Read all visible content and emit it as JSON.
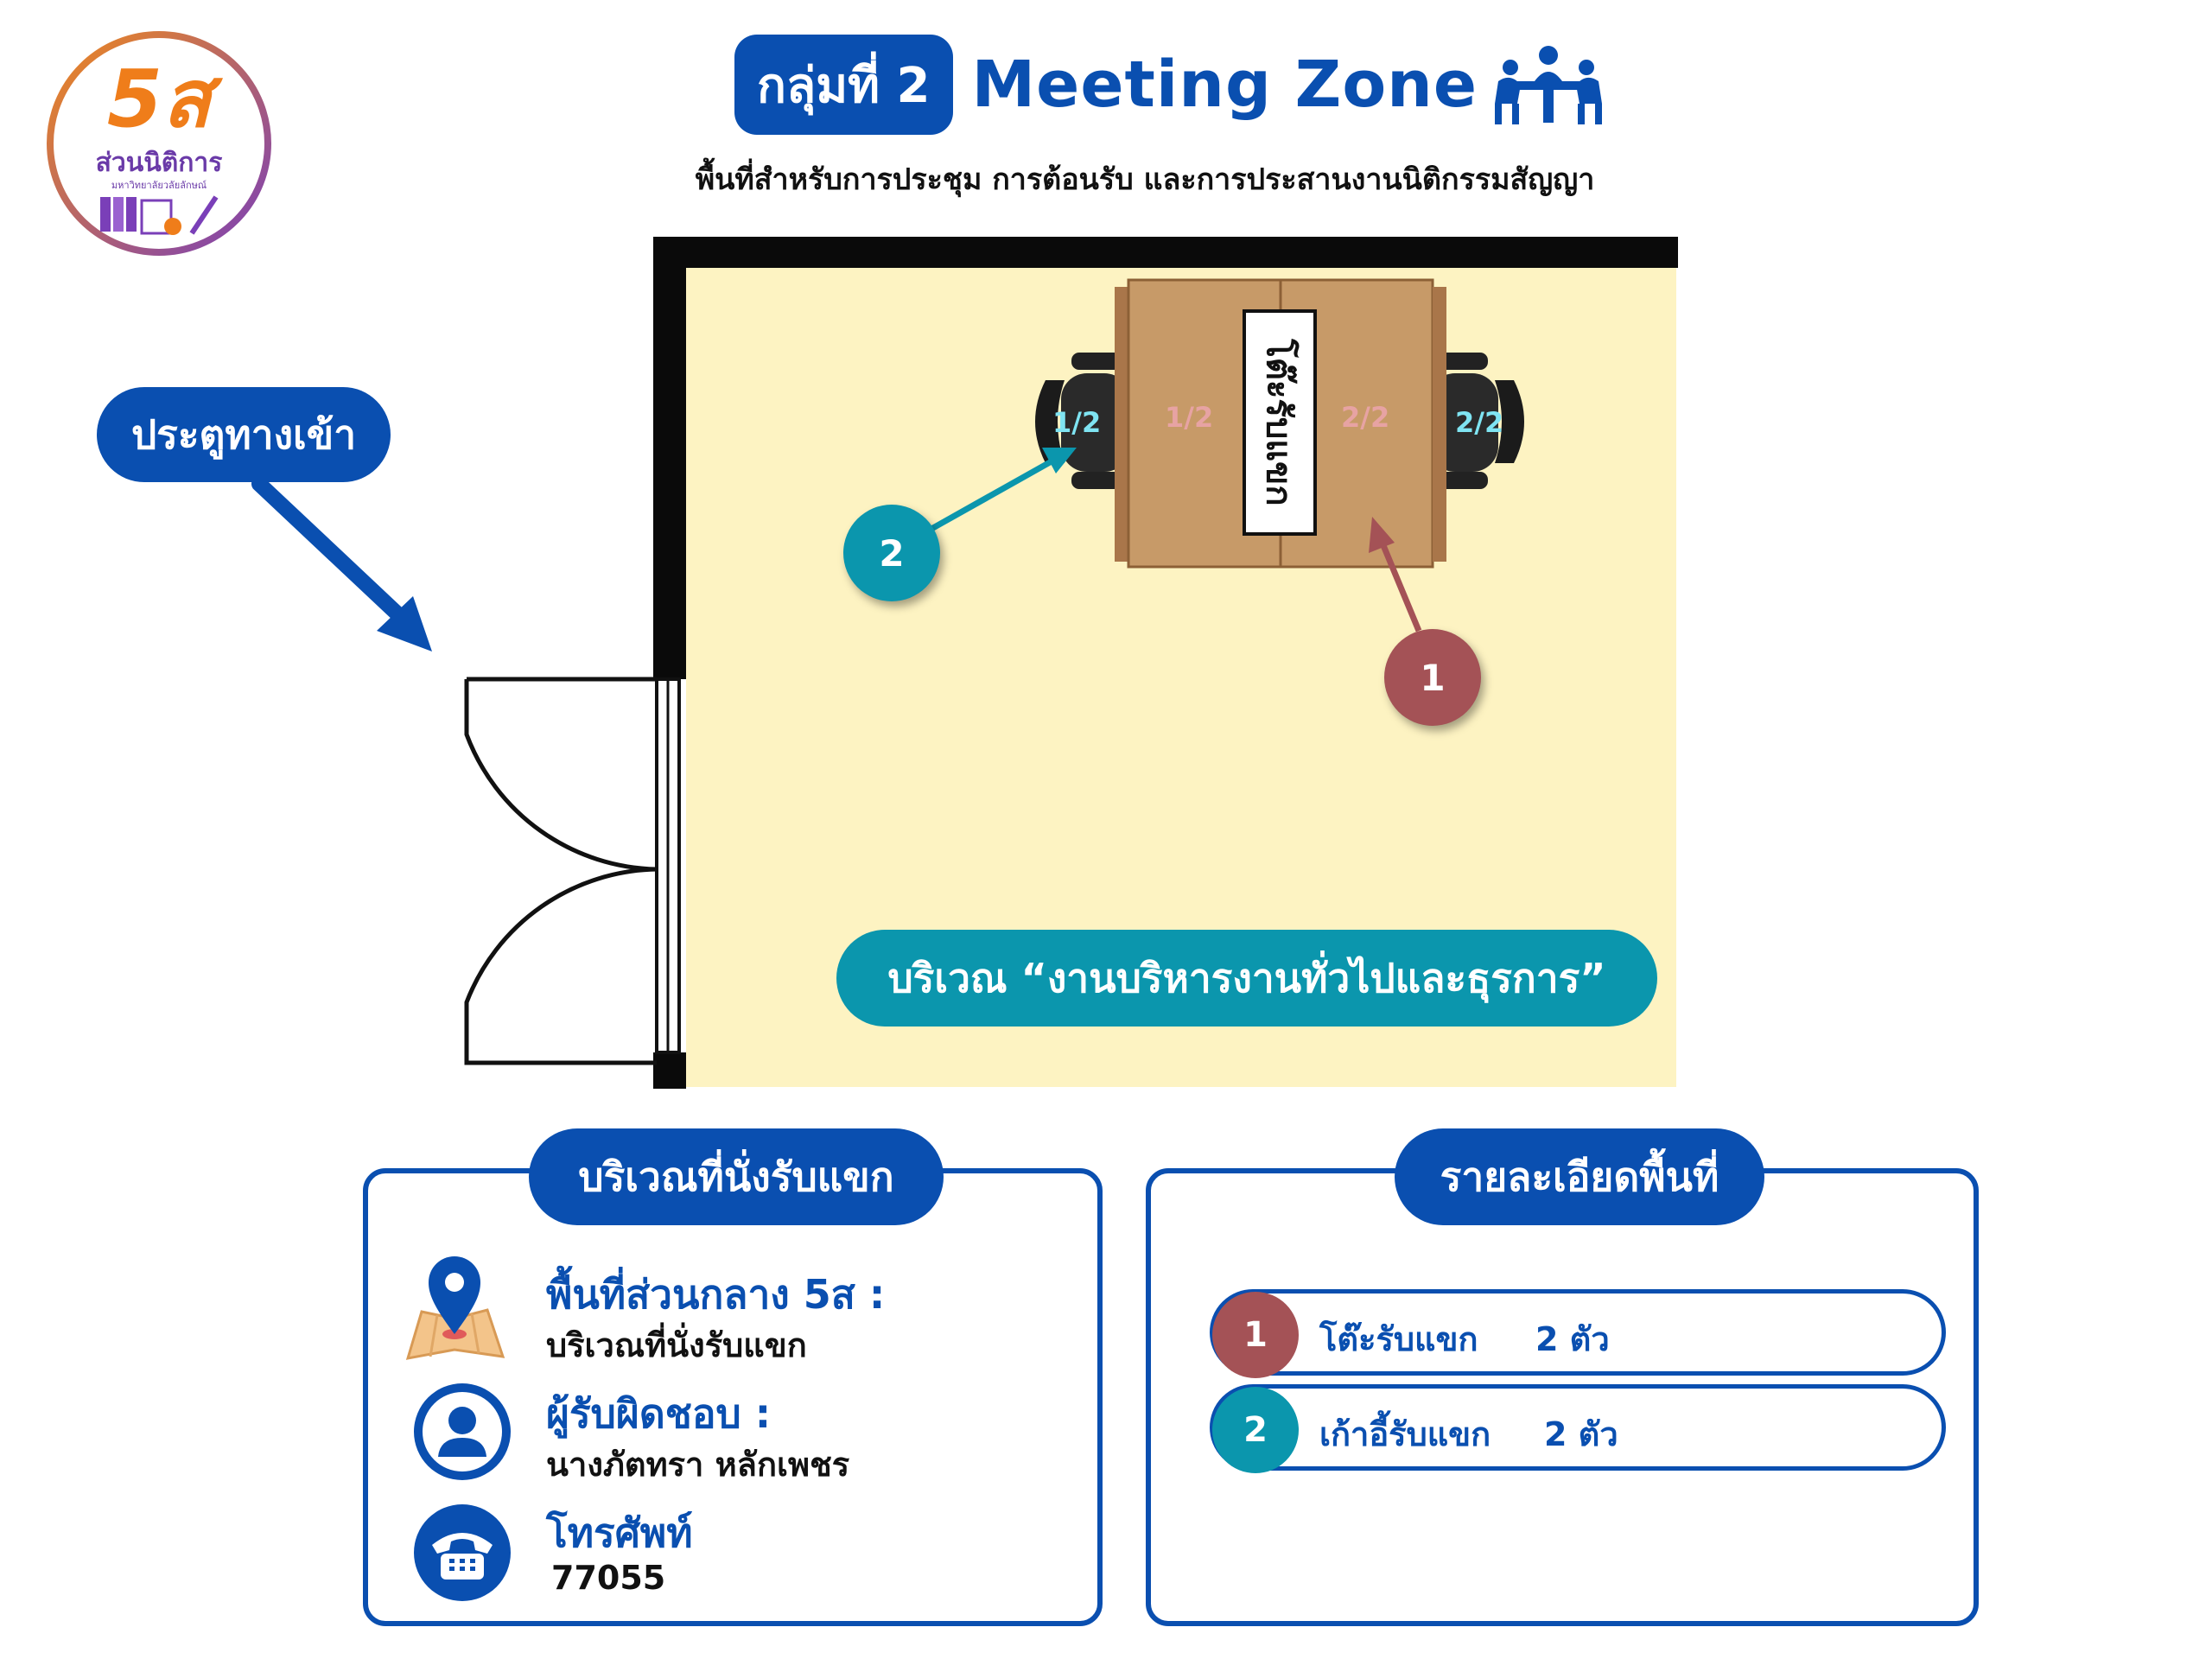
{
  "header": {
    "group_label": "กลุ่มที่ 2",
    "zone_title": "Meeting Zone",
    "subtitle": "พื้นที่สำหรับการประชุม การต้อนรับ และการประสานงานนิติกรรมสัญญา"
  },
  "logo": {
    "big_text": "5ส",
    "name": "ส่วนนิติการ",
    "sub_name": "มหาวิทยาลัยวลัยลักษณ์"
  },
  "plan": {
    "entrance_label": "ประตูทางเข้า",
    "area_label": "บริเวณ “งานบริหารงานทั่วไปและธุรการ”",
    "desk_label": "โต๊ะรับแขก",
    "seat_labels": {
      "chair_left": "1/2",
      "desk_left": "1/2",
      "desk_right": "2/2",
      "chair_right": "2/2"
    },
    "markers": [
      "1",
      "2"
    ]
  },
  "left_panel": {
    "heading": "บริเวณที่นั่งรับแขก",
    "area_title": "พื้นที่ส่วนกลาง 5ส :",
    "area_value": "บริเวณที่นั่งรับแขก",
    "owner_title": "ผู้รับผิดชอบ :",
    "owner_value": "นางภัตทรา หลักเพชร",
    "phone_title": "โทรศัพท์",
    "phone_value": "77055"
  },
  "right_panel": {
    "heading": "รายละเอียดพื้นที่",
    "items": [
      {
        "num": "1",
        "label": "โต๊ะรับแขก",
        "qty": "2  ตัว",
        "color": "#a45256"
      },
      {
        "num": "2",
        "label": "เก้าอี้รับแขก",
        "qty": "2 ตัว",
        "color": "#0b96ad"
      }
    ]
  },
  "colors": {
    "primary": "#0a4fb0",
    "teal": "#0b96ad",
    "maroon": "#a45256",
    "floor": "#fdf3c2",
    "desk": "#c79a68"
  }
}
